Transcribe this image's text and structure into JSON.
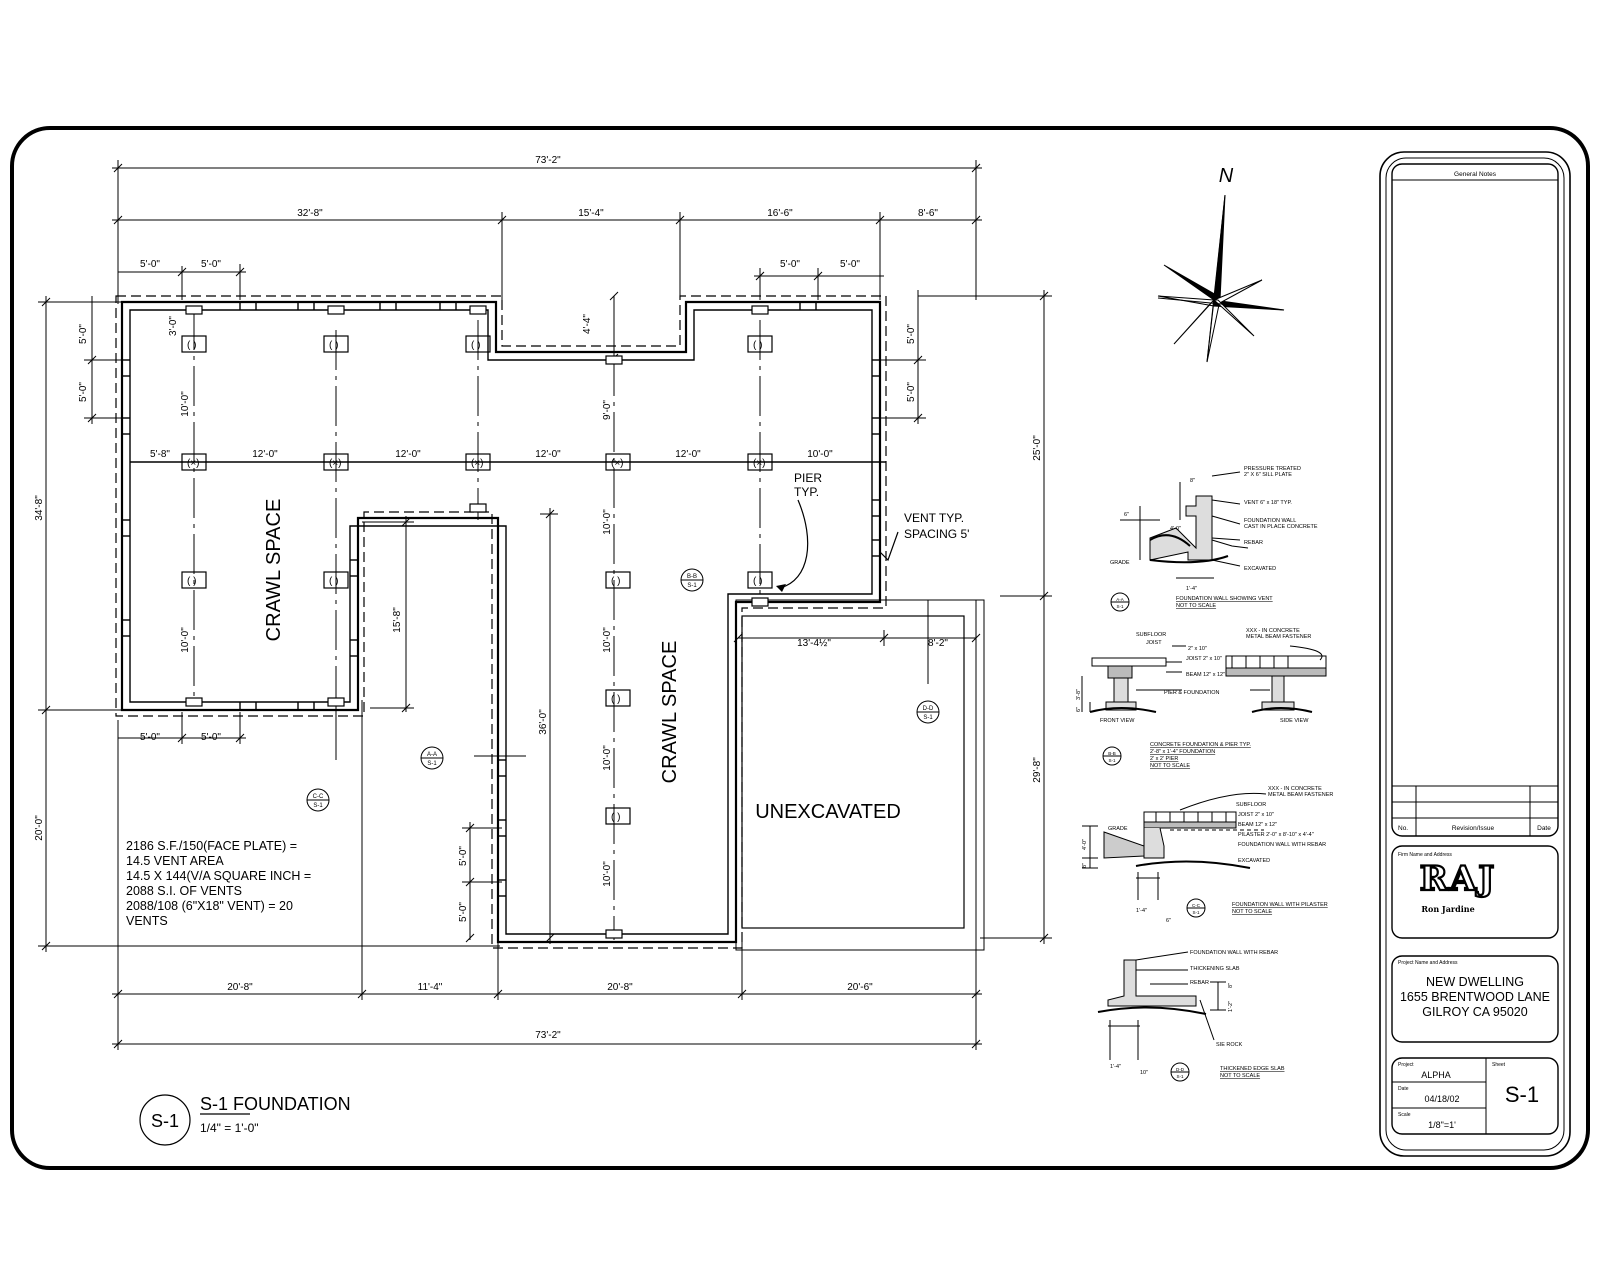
{
  "north_label": "N",
  "dims": {
    "overall_top": "73'-2\"",
    "seg1": "32'-8\"",
    "seg2": "15'-4\"",
    "seg3": "16'-6\"",
    "seg4": "8'-6\"",
    "vent5a": "5'-0\"",
    "vent5b": "5'-0\"",
    "vent5c": "5'-0\"",
    "vent5d": "5'-0\"",
    "vent5e": "5'-0\"",
    "vent5f": "5'-0\"",
    "recess": "4'-4\"",
    "left_overall": "34'-8\"",
    "left_v1": "5'-0\"",
    "left_v2": "5'-0\"",
    "right_v1": "5'-0\"",
    "right_v2": "5'-0\"",
    "right_25": "25'-0\"",
    "right_29": "29'-8\"",
    "left_20": "20'-0\"",
    "span_a": "5'-8\"",
    "span_b": "12'-0\"",
    "span_c": "12'-0\"",
    "span_d": "12'-0\"",
    "span_e": "12'-0\"",
    "span_f": "10'-0\"",
    "pier_v1": "3'-0\"",
    "pier_v2": "10'-0\"",
    "pier_v3": "10'-0\"",
    "mid_9": "9'-0\"",
    "mid_10a": "10'-0\"",
    "mid_10b": "10'-0\"",
    "mid_10c": "10'-0\"",
    "mid_10d": "10'-0\"",
    "dim_15_8": "15'-8\"",
    "dim_36": "36'-0\"",
    "dim_13": "13'-4½\"",
    "dim_8_2": "8'-2\"",
    "low_5a": "5'-0\"",
    "low_5b": "5'-0\"",
    "bot1": "20'-8\"",
    "bot2": "11'-4\"",
    "bot3": "20'-8\"",
    "bot4": "20'-6\"",
    "overall_bottom": "73'-2\""
  },
  "plan_labels": {
    "crawl_left": "CRAWL SPACE",
    "crawl_mid": "CRAWL SPACE",
    "unexcavated": "UNEXCAVATED",
    "pier_note_1": "PIER",
    "pier_note_2": "TYP.",
    "vent_note_1": "VENT TYP.",
    "vent_note_2": "SPACING 5'"
  },
  "section_markers": [
    {
      "top": "B-B",
      "bottom": "S-1"
    },
    {
      "top": "A-A",
      "bottom": "S-1"
    },
    {
      "top": "C-C",
      "bottom": "S-1"
    },
    {
      "top": "D-D",
      "bottom": "S-1"
    }
  ],
  "vent_calc": [
    "2186 S.F./150(FACE PLATE) =",
    "14.5 VENT AREA",
    "14.5 X 144(V/A SQUARE INCH =",
    "2088 S.I. OF VENTS",
    "2088/108 (6\"X18\" VENT) = 20",
    "VENTS"
  ],
  "drawing_title": {
    "bubble": "S-1",
    "name": "S-1 FOUNDATION",
    "scale": "1/4\" = 1'-0\""
  },
  "details": {
    "a": {
      "notes": [
        "PRESSURE TREATED",
        "2\" X 6\" SILL PLATE",
        "VENT 6\" x 18\" TYP.",
        "FOUNDATION WALL",
        "CAST IN PLACE CONCRETE",
        "REBAR",
        "EXCAVATED"
      ],
      "dims": [
        "8\"",
        "6\"",
        "4'-0\"",
        "1'-4\"",
        "GRADE"
      ],
      "marker": {
        "top": "A-A",
        "bottom": "S-1"
      },
      "caption": [
        "FOUNDATION WALL SHOWING VENT",
        "NOT TO SCALE"
      ]
    },
    "b": {
      "notes": [
        "XXX - IN CONCRETE",
        "METAL BEAM FASTENER",
        "SUBFLOOR",
        "JOIST",
        "JOIST 2\" x 10\"",
        "2\" x 10\"",
        "BEAM 12\" x 12\"",
        "PIER & FOUNDATION",
        "FRONT VIEW",
        "SIDE VIEW"
      ],
      "dims": [
        "3'-8\"",
        "6\""
      ],
      "marker": {
        "top": "B-B",
        "bottom": "S-1"
      },
      "caption": [
        "CONCRETE FOUNDATION & PIER TYP.",
        "2'-8\" x 1'-4\" FOUNDATION",
        "2' x 2' PIER",
        "NOT TO SCALE"
      ]
    },
    "c": {
      "notes": [
        "XXX - IN CONCRETE",
        "METAL BEAM FASTENER",
        "SUBFLOOR",
        "JOIST 2\" x 10\"",
        "BEAM 12\" x 12\"",
        "PILASTER 2'-0\" x 8'-10\" x 4'-4\"",
        "FOUNDATION WALL WITH REBAR",
        "EXCAVATED",
        "GRADE"
      ],
      "dims": [
        "4'-0\"",
        "8\"",
        "1'-4\"",
        "6\""
      ],
      "marker": {
        "top": "C-C",
        "bottom": "S-1"
      },
      "caption": [
        "FOUNDATION WALL WITH PILASTER",
        "NOT TO SCALE"
      ]
    },
    "d": {
      "notes": [
        "FOUNDATION WALL WITH REBAR",
        "THICKENING SLAB",
        "REBAR",
        "SIE ROCK"
      ],
      "dims": [
        "1'-2\"",
        "8\"",
        "1'-4\"",
        "10\""
      ],
      "marker": {
        "top": "D-D",
        "bottom": "S-1"
      },
      "caption": [
        "THICKENED EDGE SLAB",
        "NOT TO SCALE"
      ]
    }
  },
  "title_block": {
    "general_notes": "General Notes",
    "rev_no": "No.",
    "rev_issue": "Revision/Issue",
    "rev_date": "Date",
    "firm_label": "Firm Name and Address",
    "firm_logo": "RAJ",
    "firm_sub": "Ron Jardine",
    "project_label": "Project Name and Address",
    "project_lines": [
      "NEW DWELLING",
      "1655 BRENTWOOD LANE",
      "GILROY CA 95020"
    ],
    "project_field_label": "Project",
    "project_value": "ALPHA",
    "sheet_label": "Sheet",
    "sheet_value": "S-1",
    "date_label": "Date",
    "date_value": "04/18/02",
    "scale_label": "Scale",
    "scale_value": "1/8\"=1'"
  }
}
